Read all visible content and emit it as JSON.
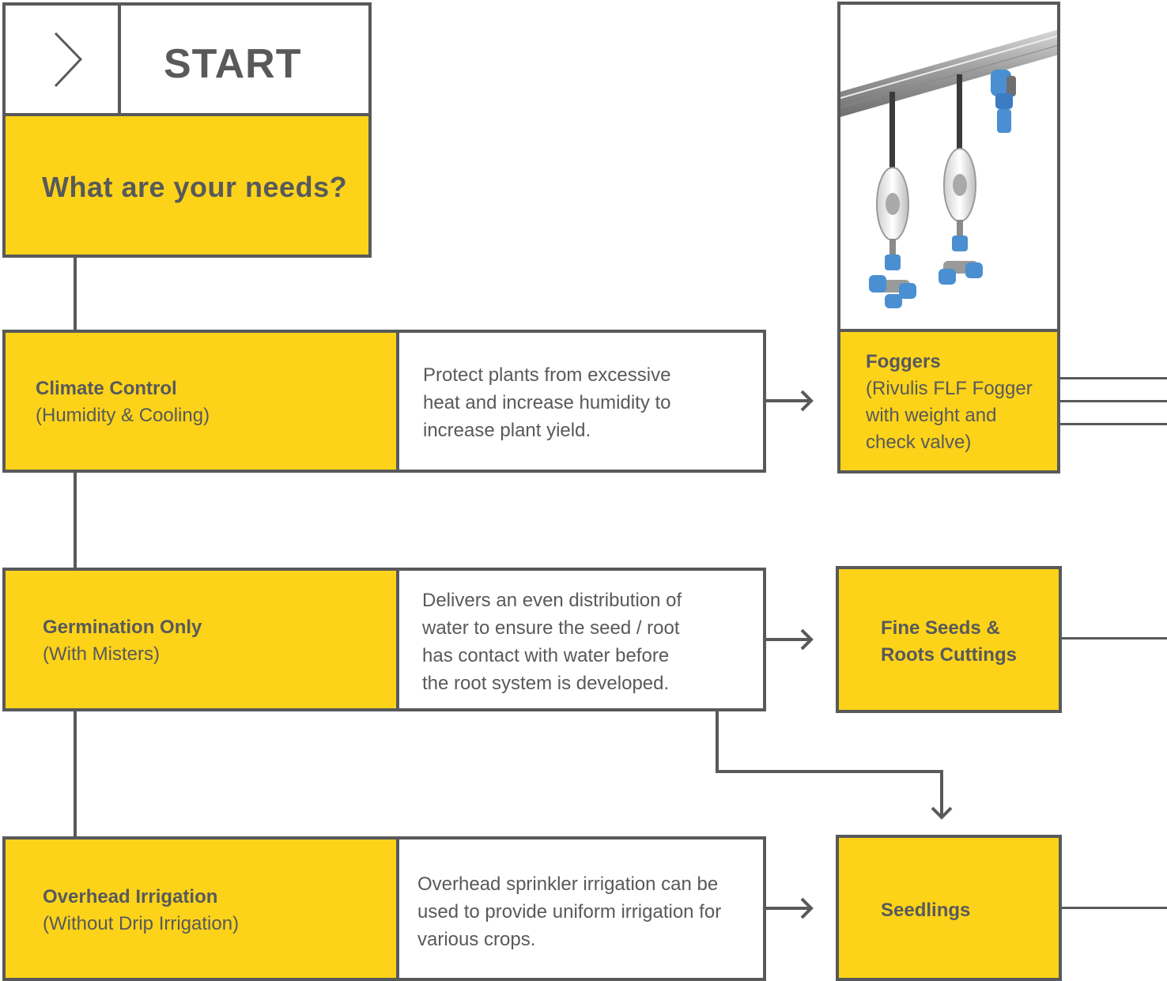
{
  "start": {
    "label": "START",
    "icon": "chevron-right-icon"
  },
  "question": {
    "text": "What are your needs?"
  },
  "needs": [
    {
      "title": "Climate Control",
      "subtitle": "(Humidity & Cooling)",
      "description": [
        "Protect plants from excessive",
        "heat and increase humidity to",
        "increase plant yield."
      ]
    },
    {
      "title": "Germination Only",
      "subtitle": "(With Misters)",
      "description": [
        "Delivers an even distribution of",
        "water to ensure the seed / root",
        "has contact with water before",
        "the root system is developed."
      ]
    },
    {
      "title": "Overhead Irrigation",
      "subtitle": "(Without Drip Irrigation)",
      "description": [
        "Overhead sprinkler irrigation can be",
        "used to provide uniform irrigation for",
        "various crops."
      ]
    }
  ],
  "products": {
    "foggers": {
      "title": "Foggers",
      "lines": [
        "(Rivulis FLF Fogger",
        "with weight and",
        "check valve)"
      ]
    },
    "fine_seeds": {
      "lines": [
        "Fine Seeds &",
        "Roots Cuttings"
      ]
    },
    "seedlings": {
      "title": "Seedlings"
    }
  },
  "colors": {
    "accent": "#fcd319",
    "stroke": "#58595b",
    "nozzle": "#4a8fd1"
  }
}
